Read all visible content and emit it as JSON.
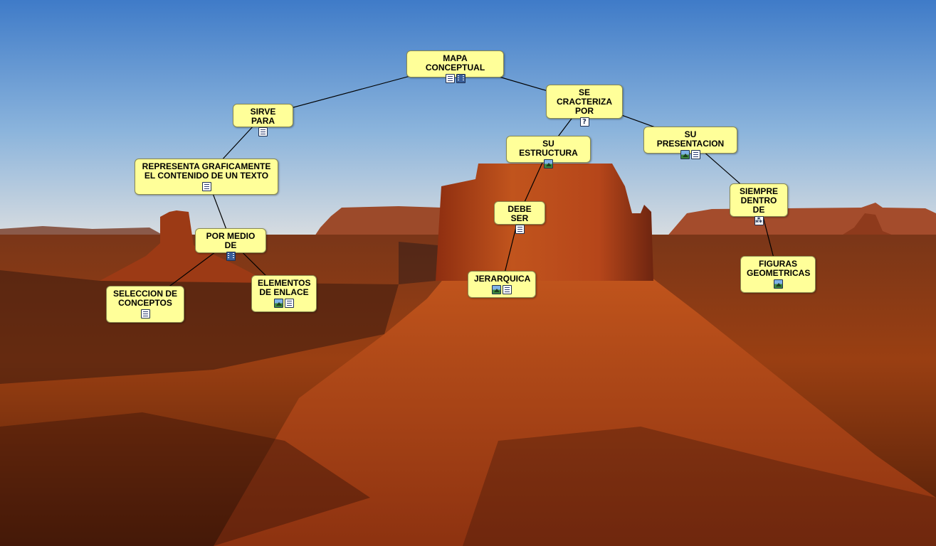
{
  "colors": {
    "node_fill": "#ffff99",
    "link": "#000000",
    "sky_top": "#3f7bc8",
    "ground": "#8a3410"
  },
  "nodes": [
    {
      "id": "mapa",
      "label": "MAPA CONCEPTUAL",
      "icons": [
        "doc-icon",
        "video-icon"
      ]
    },
    {
      "id": "sirve",
      "label": "SIRVE PARA",
      "icons": [
        "doc-icon"
      ]
    },
    {
      "id": "caracteriza",
      "label": "SE CRACTERIZA\nPOR",
      "icons": [
        "question-icon"
      ]
    },
    {
      "id": "representa",
      "label": "REPRESENTA GRAFICAMENTE\nEL CONTENIDO DE UN TEXTO",
      "icons": [
        "doc-icon"
      ]
    },
    {
      "id": "estructura",
      "label": "SU ESTRUCTURA",
      "icons": [
        "image-icon"
      ]
    },
    {
      "id": "presentacion",
      "label": "SU PRESENTACION",
      "icons": [
        "image-icon",
        "doc-icon"
      ]
    },
    {
      "id": "debeser",
      "label": "DEBE SER",
      "icons": [
        "doc-icon"
      ]
    },
    {
      "id": "siempre",
      "label": "SIEMPRE\nDENTRO DE",
      "icons": [
        "network-icon"
      ]
    },
    {
      "id": "pormedio",
      "label": "POR MEDIO DE",
      "icons": [
        "video-icon"
      ]
    },
    {
      "id": "seleccion",
      "label": "SELECCION DE\nCONCEPTOS",
      "icons": [
        "doc-icon"
      ]
    },
    {
      "id": "elementos",
      "label": "ELEMENTOS\nDE ENLACE",
      "icons": [
        "image-icon",
        "doc-icon"
      ]
    },
    {
      "id": "jerarquica",
      "label": "JERARQUICA",
      "icons": [
        "image-icon",
        "doc-icon"
      ]
    },
    {
      "id": "figuras",
      "label": "FIGURAS\nGEOMETRICAS",
      "icons": [
        "image-icon"
      ]
    }
  ],
  "links": [
    [
      "mapa",
      "sirve"
    ],
    [
      "mapa",
      "caracteriza"
    ],
    [
      "sirve",
      "representa"
    ],
    [
      "representa",
      "pormedio"
    ],
    [
      "pormedio",
      "seleccion"
    ],
    [
      "pormedio",
      "elementos"
    ],
    [
      "caracteriza",
      "estructura"
    ],
    [
      "caracteriza",
      "presentacion"
    ],
    [
      "estructura",
      "debeser"
    ],
    [
      "debeser",
      "jerarquica"
    ],
    [
      "presentacion",
      "siempre"
    ],
    [
      "siempre",
      "figuras"
    ]
  ]
}
